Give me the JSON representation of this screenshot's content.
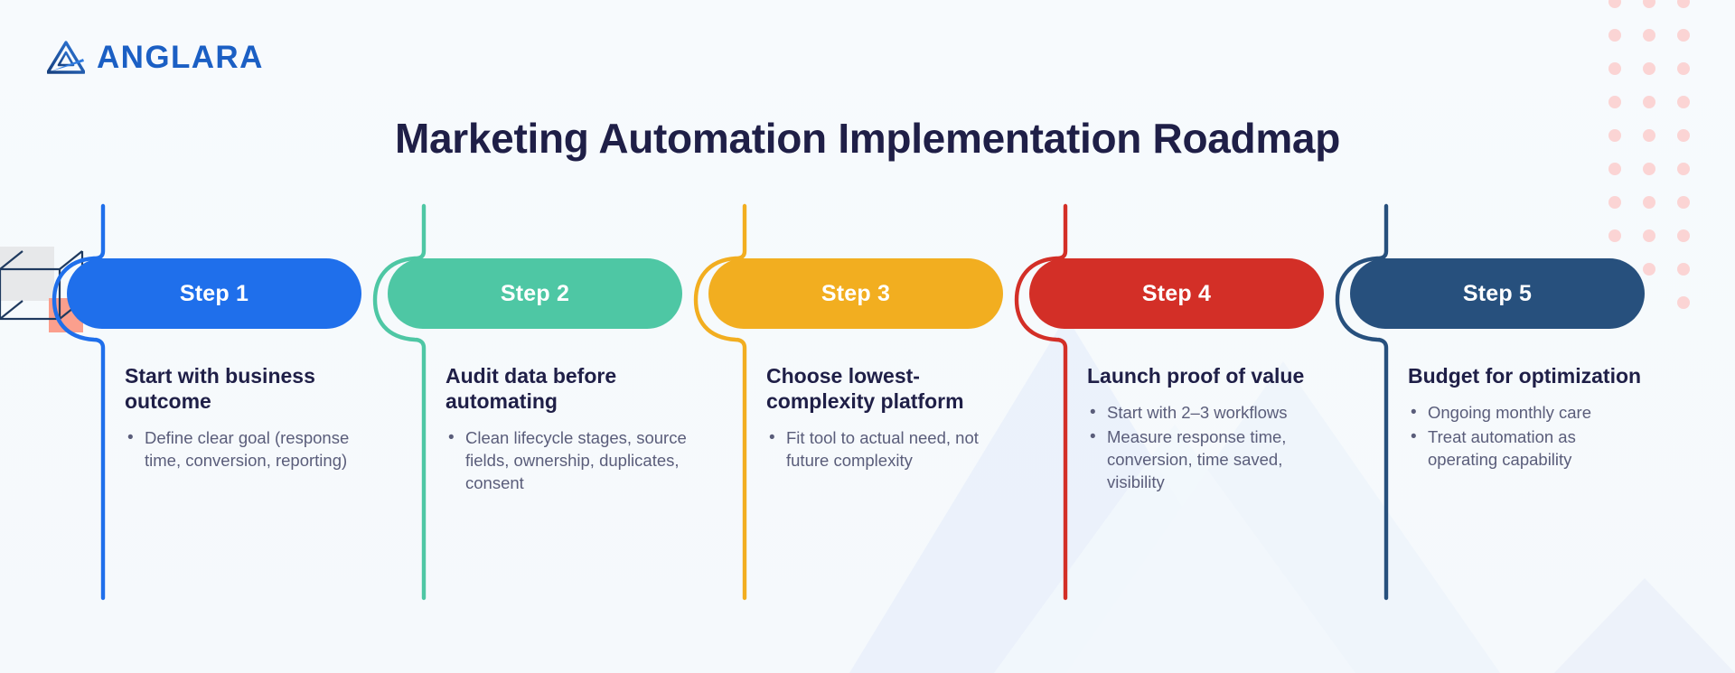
{
  "brand": {
    "name": "ANGLARA",
    "logo_icon": "anglara-triangle-logo",
    "color": "#1b5fc4"
  },
  "header": {
    "title": "Marketing Automation Implementation Roadmap",
    "title_color": "#1f1f47"
  },
  "decor": {
    "dot_grid_color": "#fbd4d4",
    "dot_grid_columns": 4,
    "dot_grid_rows": 10,
    "cube_outline_color": "#1f3a5f",
    "cube_square_gray": "#e7e8ea",
    "cube_square_coral": "#fb9f8d",
    "watermark_color": "#e9f0fa",
    "background": "#f6f9fc"
  },
  "steps": [
    {
      "badge": "Step 1",
      "color": "#1f6feb",
      "heading": "Start with business outcome",
      "bullets": [
        "Define clear goal (response time, conversion, reporting)"
      ]
    },
    {
      "badge": "Step 2",
      "color": "#4ec7a4",
      "heading": "Audit data before automating",
      "bullets": [
        "Clean lifecycle stages, source fields, ownership, duplicates, consent"
      ]
    },
    {
      "badge": "Step 3",
      "color": "#f2ae20",
      "heading": "Choose lowest-complexity platform",
      "bullets": [
        "Fit tool to actual need, not future complexity"
      ]
    },
    {
      "badge": "Step 4",
      "color": "#d32f27",
      "heading": "Launch proof of value",
      "bullets": [
        "Start with 2–3 workflows",
        "Measure response time, conversion, time saved, visibility"
      ]
    },
    {
      "badge": "Step 5",
      "color": "#27507d",
      "heading": "Budget for optimization",
      "bullets": [
        "Ongoing monthly care",
        "Treat automation as operating capability"
      ]
    }
  ]
}
